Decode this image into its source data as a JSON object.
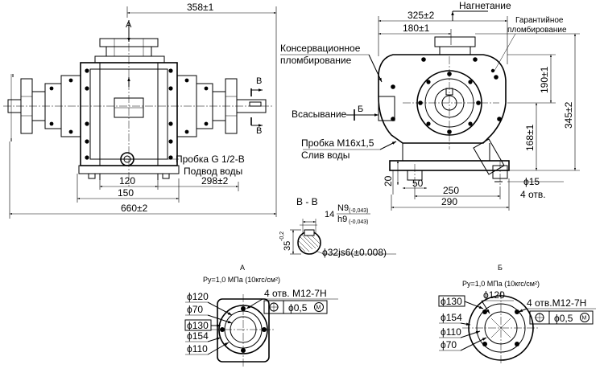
{
  "main_view": {
    "dims": {
      "top_width": "358±1",
      "overall_width": "660±2",
      "base_width": "298±2",
      "port_width": "150",
      "mount_spacing": "120"
    },
    "view_mark_a": "А",
    "view_mark_b": "В",
    "callouts": {
      "plug": "Пробка G 1/2-B",
      "water_inlet": "Подвод воды"
    }
  },
  "side_view": {
    "dims": {
      "width_top": "325±2",
      "width_mid": "180±1",
      "height_upper": "190±1",
      "height_total": "345±2",
      "height_axis": "168±1",
      "base_20": "20",
      "base_50": "50",
      "base_250": "250",
      "base_290": "290",
      "hole_dia": "ϕ15",
      "hole_count": "4 отв."
    },
    "labels": {
      "discharge": "Нагнетание",
      "warranty_seal_line1": "Гарантийное",
      "warranty_seal_line2": "пломбирование",
      "conservation_line1": "Консервационное",
      "conservation_line2": "пломбирование",
      "suction": "Всасывание",
      "section_b": "Б",
      "drain_plug": "Пробка М16х1,5",
      "water_drain": "Слив воды"
    }
  },
  "section_bb": {
    "title": "В - В",
    "key_width": "14",
    "fit_n9": "N9",
    "tol_n9": "(-0,043)",
    "fit_h9": "h9",
    "tol_h9": "(-0,043)",
    "depth": "35",
    "depth_tol": "-0,2",
    "shaft": "ϕ32js6(±0.008)"
  },
  "flange_a": {
    "title": "А",
    "pressure": "Pу=1,0 МПа (10кгс/см²)",
    "holes": "4 отв. М12-7Н",
    "tolerance": "ϕ0,5",
    "modifier": "M",
    "dims": [
      "ϕ120",
      "ϕ70",
      "ϕ130",
      "ϕ154",
      "ϕ110"
    ]
  },
  "flange_b": {
    "title": "Б",
    "pressure": "Pу=1,0 МПа (10кгс/см²)",
    "holes": "4 отв.М12-7Н",
    "tolerance": "ϕ0,5",
    "modifier": "M",
    "dims": [
      "ϕ130",
      "ϕ120",
      "ϕ154",
      "ϕ110",
      "ϕ70"
    ]
  }
}
